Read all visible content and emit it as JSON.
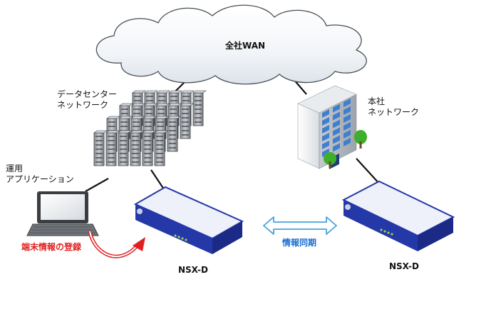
{
  "cloud": {
    "label": "全社WAN"
  },
  "datacenter": {
    "label_line1": "データセンター",
    "label_line2": "ネットワーク"
  },
  "headquarters": {
    "label_line1": "本社",
    "label_line2": "ネットワーク"
  },
  "ops_app": {
    "label_line1": "運用",
    "label_line2": "アプリケーション"
  },
  "left_device": {
    "label": "NSX-D"
  },
  "right_device": {
    "label": "NSX-D"
  },
  "register": {
    "label": "端末情報の登録"
  },
  "sync": {
    "label": "情報同期"
  },
  "colors": {
    "device_blue": "#2438a8",
    "device_top": "#eef0fa",
    "sync_arrow": "#4aa2dd",
    "register_arrow": "#e02020",
    "building_window": "#3f7fcf"
  }
}
